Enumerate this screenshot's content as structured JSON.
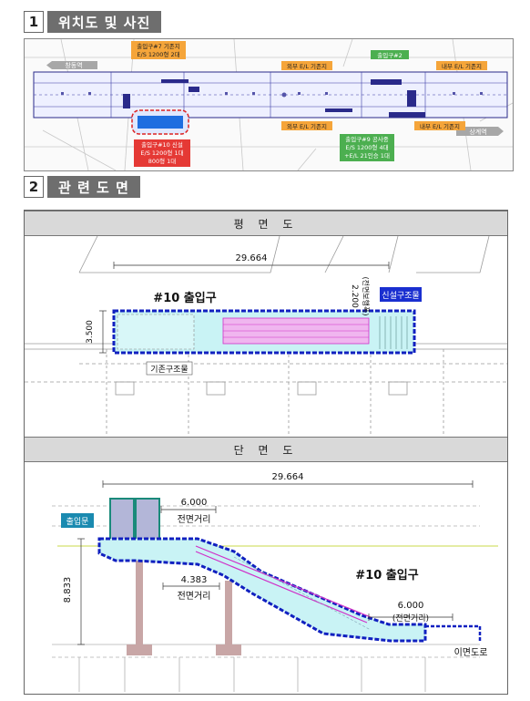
{
  "section1": {
    "number": "1",
    "title": "위치도 및 사진"
  },
  "section2": {
    "number": "2",
    "title": "관 련 도 면"
  },
  "location_map": {
    "left_direction": "창동역",
    "right_direction": "상계역",
    "exit7": "출입구#7 기존지",
    "exit7_spec": "E/S 1200형 2대",
    "outer_el_top": "외부 E/L 기존지",
    "exit2": "출입구#2",
    "inner_el_top": "내부 E/L 기존지",
    "exit10": "출입구#10 신설",
    "exit10_spec1": "E/S 1200형 1대",
    "exit10_spec2": "800형 1대",
    "outer_el_bottom": "외부 E/L 기존지",
    "exit9": "출입구#9 공사중",
    "exit9_spec1": "E/S 1200형 4대",
    "exit9_spec2": "+E/L 21인승 1대",
    "inner_el_bottom": "내부 E/L 기존지"
  },
  "plan_view": {
    "header": "평 면 도",
    "length": "29.664",
    "width": "3.500",
    "exit_label": "#10 출입구",
    "new_structure": "신설구조물",
    "existing_structure": "기존구조물",
    "side_dim": "2.200",
    "side_dim_note": "(전면보행폭)"
  },
  "section_view": {
    "header": "단 면 도",
    "length": "29.664",
    "entrance": "출입문",
    "dim1": "6.000",
    "dim1_label": "전면거리",
    "height": "8.833",
    "dim2": "4.383",
    "dim2_label": "전면거리",
    "exit_label": "#10 출입구",
    "dim3": "6.000",
    "dim3_label": "(전면거리)",
    "road": "이면도로"
  }
}
